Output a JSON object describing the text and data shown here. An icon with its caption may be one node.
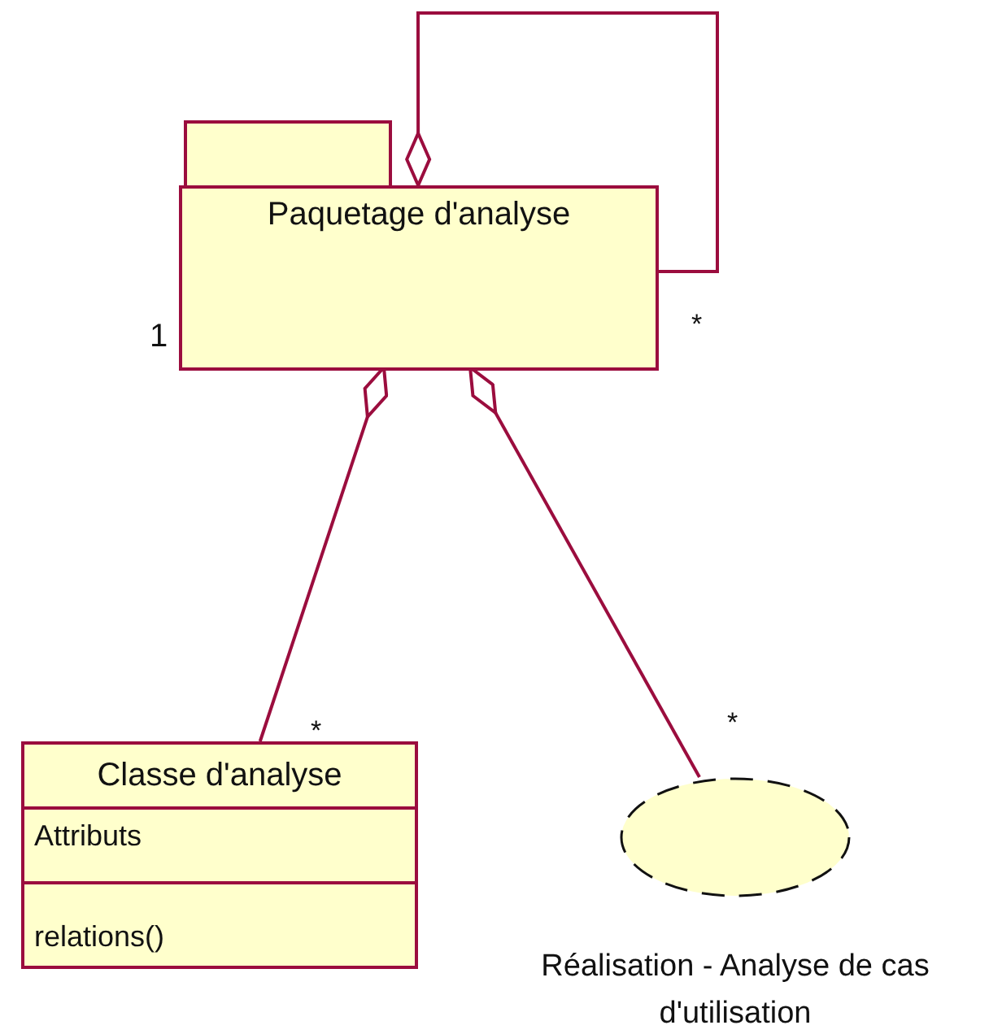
{
  "diagram": {
    "nodes": [
      {
        "text": [
          "Paquetage d'analyse"
        ]
      },
      {
        "text": [
          "Classe d'analyse",
          "Attributs",
          "relations()"
        ]
      },
      {
        "text": [],
        "shape": "ellipse",
        "beside": [
          "Réalisation - Analyse de cas d'utilisation"
        ]
      }
    ],
    "edges": [
      {
        "from": 0,
        "to": 0,
        "arrow": "other"
      },
      {
        "from": 0,
        "to": 1,
        "arrow": "other"
      },
      {
        "from": 0,
        "to": 2,
        "arrow": "other"
      }
    ],
    "labels": [
      "1",
      "*",
      "*",
      "*"
    ]
  }
}
